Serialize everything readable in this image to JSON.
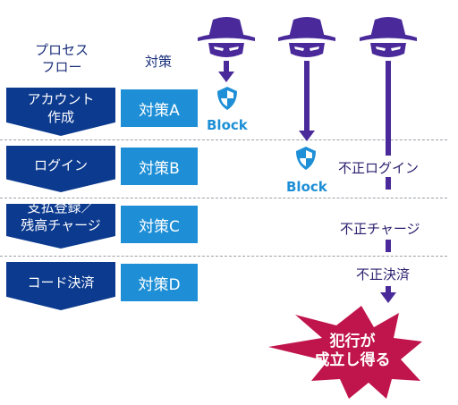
{
  "headers": {
    "process_flow_l1": "プロセス",
    "process_flow_l2": "フロー",
    "measures": "対策"
  },
  "processes": [
    {
      "line1": "アカウント",
      "line2": "作成"
    },
    {
      "line1": "ログイン",
      "line2": ""
    },
    {
      "line1": "支払登録／",
      "line2": "残高チャージ"
    },
    {
      "line1": "コード決済",
      "line2": ""
    }
  ],
  "measures": [
    "対策A",
    "対策B",
    "対策C",
    "対策D"
  ],
  "block_labels": [
    "Block",
    "Block"
  ],
  "fraud_labels": [
    "不正ログイン",
    "不正チャージ",
    "不正決済"
  ],
  "crime": {
    "line1": "犯行が",
    "line2": "成立し得る"
  },
  "colors": {
    "process": "#0b3a8f",
    "measure": "#1e8fd6",
    "attacker": "#4a2a9a",
    "crime": "#c0144c",
    "shield": "#1e8fd6"
  },
  "icons": [
    "hacker-icon",
    "shield-icon",
    "explosion-icon"
  ]
}
